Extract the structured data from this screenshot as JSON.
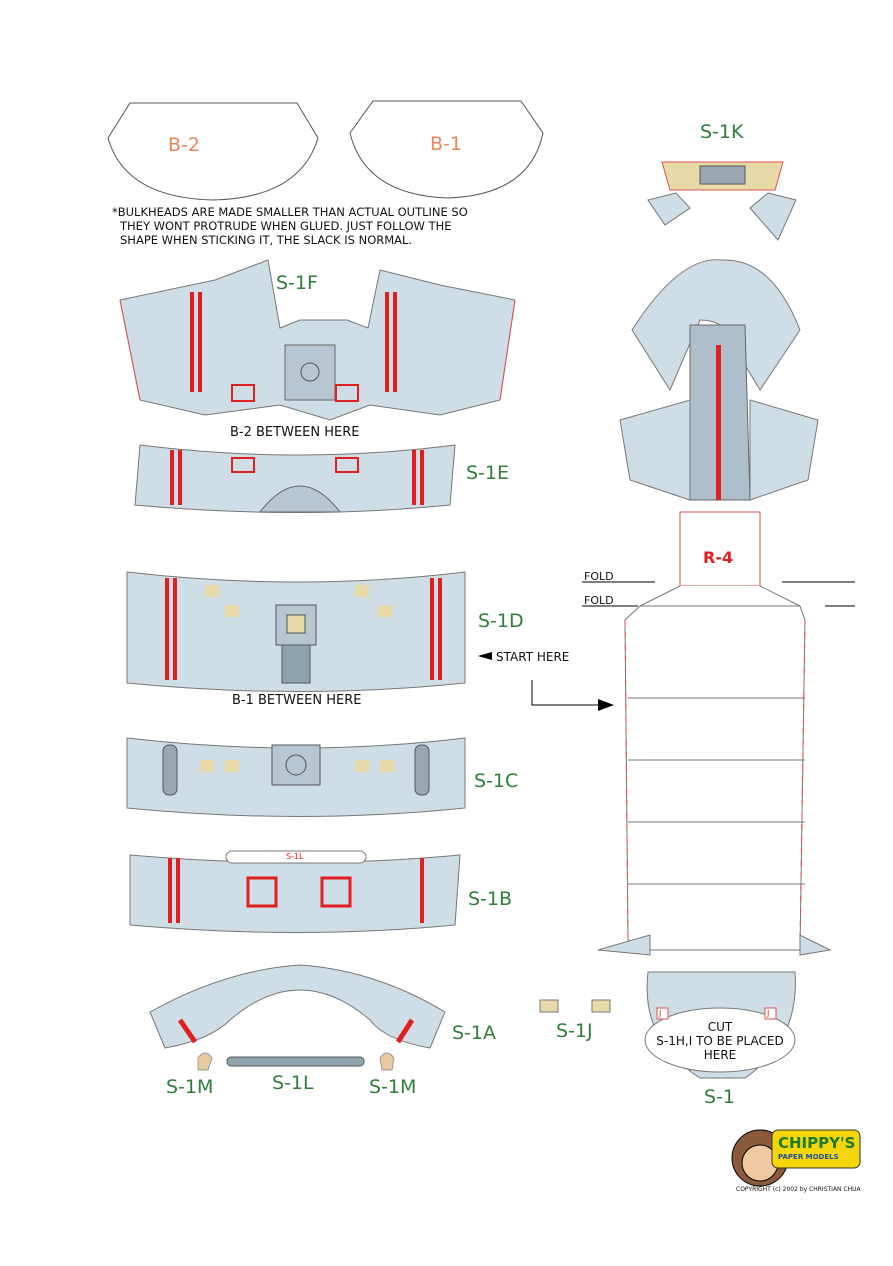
{
  "bulkheads": {
    "b2_label": "B-2",
    "b1_label": "B-1"
  },
  "note": {
    "line1": "*BULKHEADS ARE MADE SMALLER THAN ACTUAL OUTLINE SO",
    "line2": "THEY WONT PROTRUDE WHEN GLUED. JUST FOLLOW THE",
    "line3": "SHAPE WHEN STICKING IT, THE SLACK IS NORMAL."
  },
  "parts": {
    "s1k": "S-1K",
    "s1f": "S-1F",
    "s1e": "S-1E",
    "s1d": "S-1D",
    "s1c": "S-1C",
    "s1b": "S-1B",
    "s1a": "S-1A",
    "s1j": "S-1J",
    "s1m_left": "S-1M",
    "s1l": "S-1L",
    "s1m_right": "S-1M",
    "s1": "S-1",
    "r4": "R-4",
    "s1l_inner": "S-1L"
  },
  "instructions": {
    "b2_between": "B-2 BETWEEN HERE",
    "b1_between": "B-1 BETWEEN HERE",
    "fold1": "FOLD",
    "fold2": "FOLD",
    "start_here": "START HERE",
    "cut_1": "CUT",
    "cut_2": "S-1H,I TO BE PLACED",
    "cut_3": "HERE",
    "tab_j_left": "J",
    "tab_j_right": "J"
  },
  "logo": {
    "brand": "CHIPPY'S",
    "tagline": "PAPER MODELS",
    "copyright": "COPYRIGHT (c) 2002 by CHRISTIAN CHUA"
  },
  "colors": {
    "panel": "#cfdde6",
    "panel_dark": "#aebfcb",
    "tab_outline": "#e05050",
    "stripe": "#e02020",
    "label_green": "#2e7d3a",
    "label_orange": "#e8865a"
  }
}
